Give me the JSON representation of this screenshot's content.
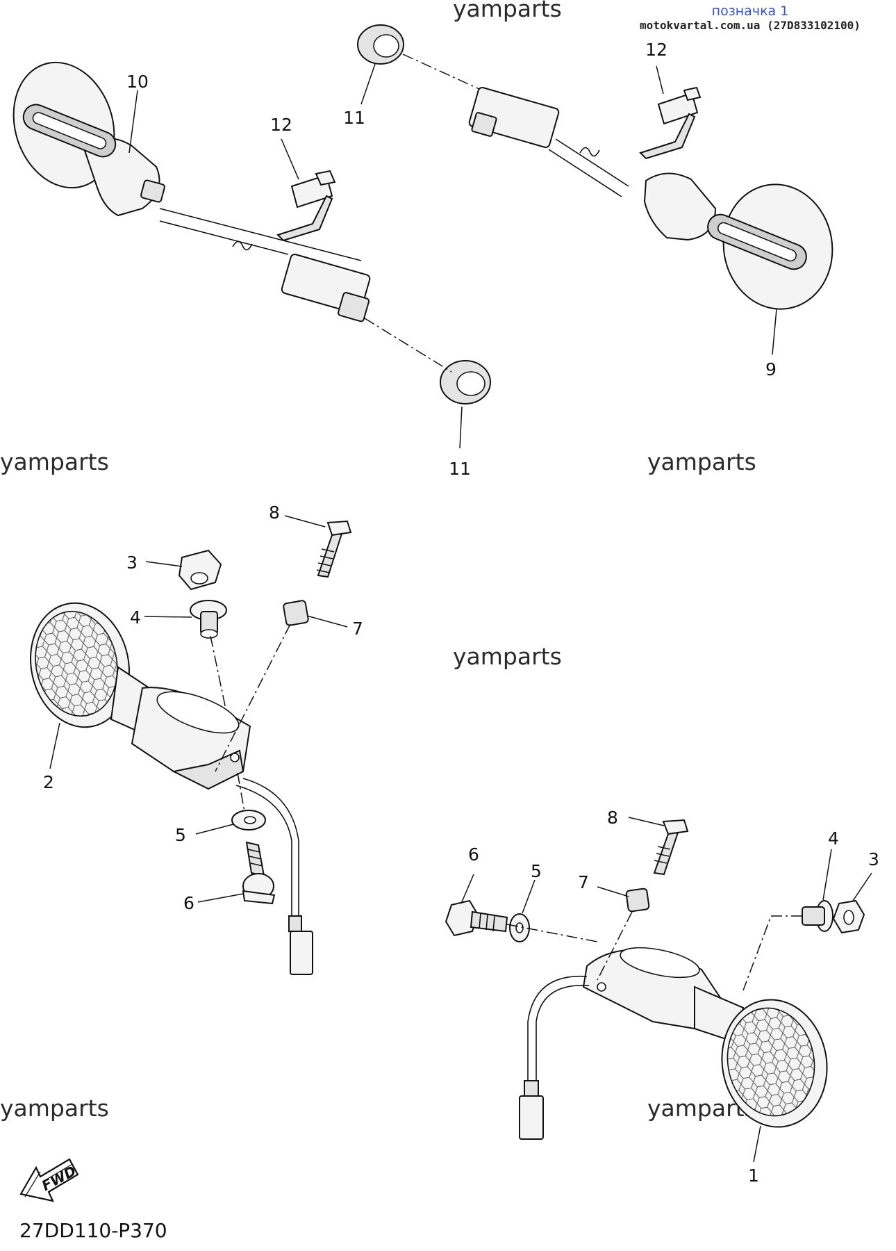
{
  "badge": {
    "title": "позначка 1",
    "source": "motokvartal.com.ua (27D833102100)"
  },
  "watermark": "yamparts",
  "reference_code": "27DD110-P370",
  "fwd_label": "FWD",
  "callouts": {
    "c1": "1",
    "c2": "2",
    "c3a": "3",
    "c3b": "3",
    "c4a": "4",
    "c4b": "4",
    "c5a": "5",
    "c5b": "5",
    "c6a": "6",
    "c6b": "6",
    "c7a": "7",
    "c7b": "7",
    "c8a": "8",
    "c8b": "8",
    "c9": "9",
    "c10": "10",
    "c11a": "11",
    "c11b": "11",
    "c12a": "12",
    "c12b": "12"
  },
  "colors": {
    "badge_title": "#3b53c8",
    "line": "#111111"
  }
}
